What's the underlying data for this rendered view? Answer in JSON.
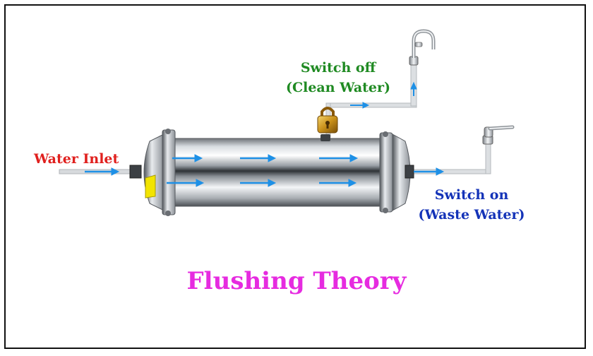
{
  "labels": {
    "inlet": "Water Inlet",
    "off_line1": "Switch off",
    "off_line2": "(Clean Water)",
    "on_line1": "Switch on",
    "on_line2": "(Waste Water)",
    "title": "Flushing Theory"
  },
  "colors": {
    "inlet": "#e0201e",
    "clean": "#1f8a22",
    "waste": "#1433b8",
    "title": "#e62be0",
    "flow_arrow": "#1e90e6",
    "lock": "#c8901a"
  },
  "icons": [
    "padlock-icon",
    "faucet-icon",
    "tap-icon"
  ]
}
